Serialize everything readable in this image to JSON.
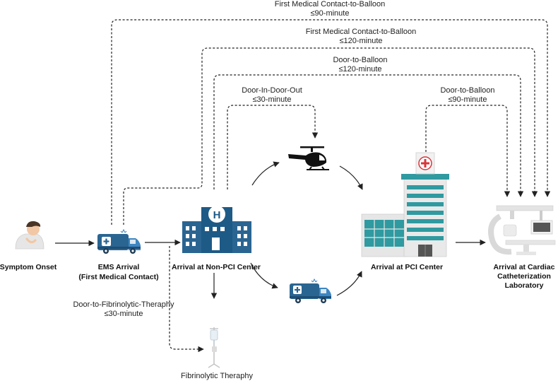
{
  "nodes": {
    "symptom_onset": "Symptom Onset",
    "ems_arrival_line1": "EMS Arrival",
    "ems_arrival_line2": "(First Medical Contact)",
    "non_pci_center": "Arrival at Non-PCI Center",
    "pci_center": "Arrival at PCI Center",
    "cath_lab_line1": "Arrival at Cardiac",
    "cath_lab_line2": "Catheterization",
    "cath_lab_line3": "Laboratory",
    "fibrinolytic": "Fibrinolytic Theraphy"
  },
  "intervals": {
    "fmc_balloon_90_name": "First Medical Contact-to-Balloon",
    "fmc_balloon_90_time": "≤90-minute",
    "fmc_balloon_120_name": "First Medical Contact-to-Balloon",
    "fmc_balloon_120_time": "≤120-minute",
    "door_balloon_120_name": "Door-to-Balloon",
    "door_balloon_120_time": "≤120-minute",
    "dido_name": "Door-In-Door-Out",
    "dido_time": "≤30-minute",
    "door_balloon_90_name": "Door-to-Balloon",
    "door_balloon_90_time": "≤90-minute",
    "door_fibrinolytic_name": "Door-to-Fibrinolytic-Theraphy",
    "door_fibrinolytic_time": "≤30-minute"
  },
  "colors": {
    "primary_blue": "#2a6592",
    "light_blue": "#3d86c2",
    "building_dark": "#1e5a86",
    "glass": "#2f9aa0",
    "building_light": "#e8e8e8",
    "cross_red": "#d8363c",
    "arrow": "#222222"
  },
  "icons": [
    "patient-icon",
    "ambulance-icon",
    "hospital-h-icon",
    "helicopter-icon",
    "pci-hospital-icon",
    "cath-lab-icon",
    "iv-drip-icon"
  ]
}
